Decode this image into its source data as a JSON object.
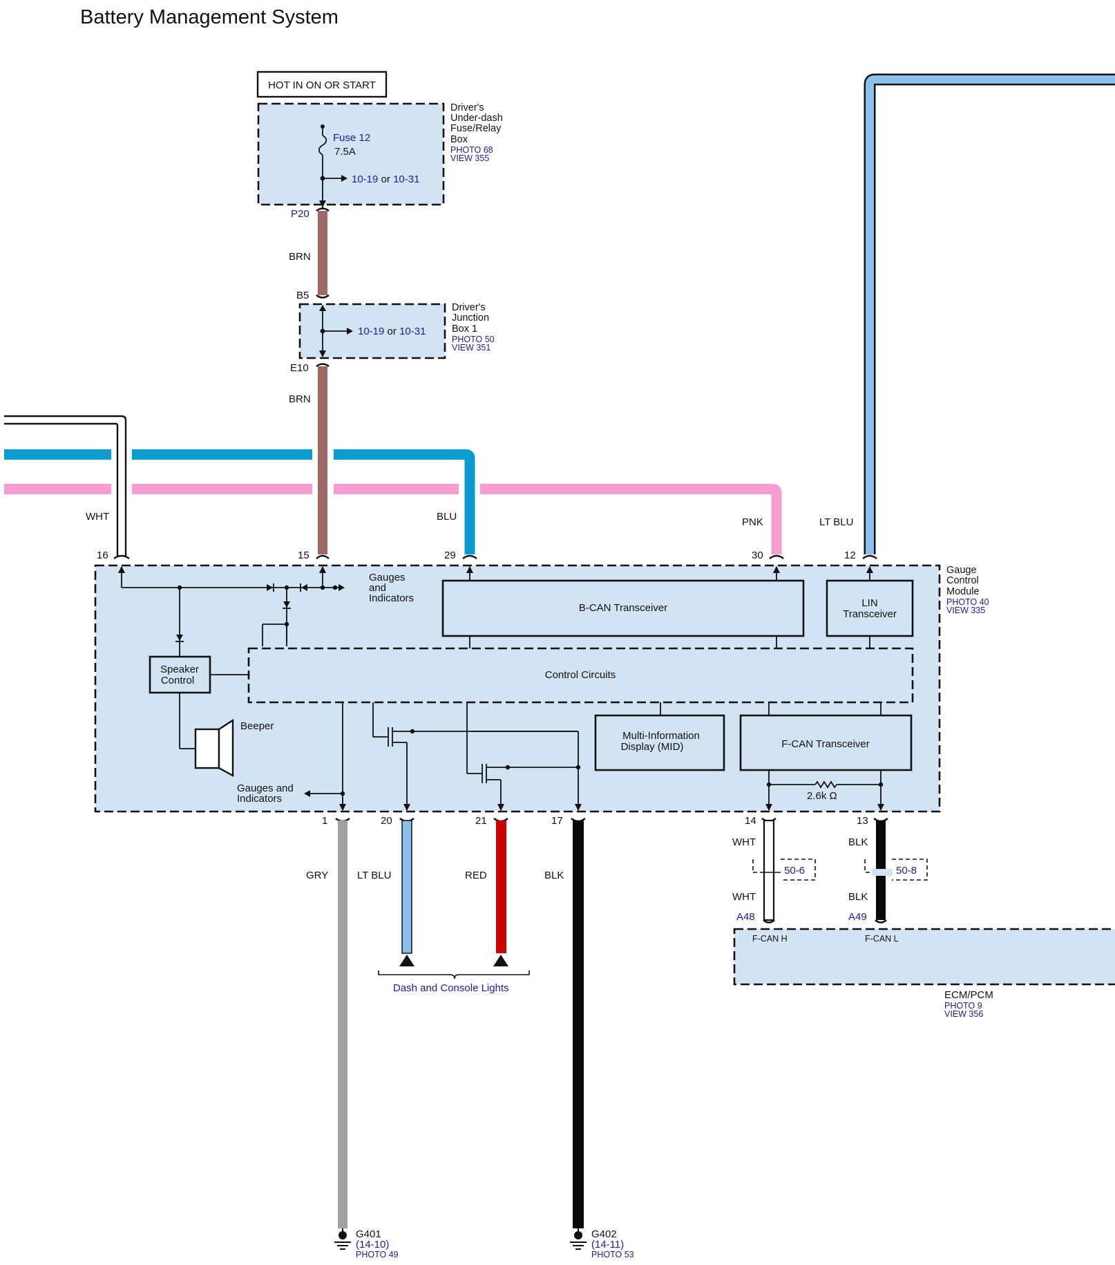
{
  "title": "Battery Management System",
  "power_label": "HOT IN ON OR START",
  "underdash_box": {
    "name_lines": [
      "Driver's",
      "Under-dash",
      "Fuse/Relay",
      "Box"
    ],
    "photo": "PHOTO 68",
    "view": "VIEW 355",
    "fuse_name": "Fuse 12",
    "fuse_rating": "7.5A",
    "ref_a": "10-19",
    "ref_or": "or",
    "ref_b": "10-31",
    "connector": "P20"
  },
  "junction_box": {
    "name_lines": [
      "Driver's",
      "Junction",
      "Box 1"
    ],
    "photo": "PHOTO 50",
    "view": "VIEW 351",
    "ref_a": "10-19",
    "ref_or": "or",
    "ref_b": "10-31",
    "connector_top": "B5",
    "connector_bottom": "E10"
  },
  "wire_colors": {
    "brn": "#9e6a66",
    "blu": "#0a9bd0",
    "pnk": "#f59cd0",
    "ltblu": "#8cc0ec",
    "gry": "#a0a0a0",
    "red": "#cc0000",
    "blk": "#0a0a0a",
    "wht": "#ffffff",
    "module_fill": "#d2e3f4",
    "link_text": "#1c1c9c"
  },
  "wires": {
    "brn_top": "BRN",
    "brn_bottom": "BRN",
    "wht": "WHT",
    "blu": "BLU",
    "pnk": "PNK",
    "lt_blu_top": "LT BLU",
    "gry": "GRY",
    "lt_blu_bottom": "LT BLU",
    "red": "RED",
    "blk": "BLK",
    "wht_14_top": "WHT",
    "wht_14_bottom": "WHT",
    "blk_13_top": "BLK",
    "blk_13_bottom": "BLK"
  },
  "pins_top": [
    "16",
    "15",
    "29",
    "30",
    "12"
  ],
  "pins_bottom": [
    "1",
    "20",
    "21",
    "17",
    "14",
    "13"
  ],
  "gauge_module": {
    "name_lines": [
      "Gauge",
      "Control",
      "Module"
    ],
    "photo": "PHOTO 40",
    "view": "VIEW 335",
    "gauges_top_lines": [
      "Gauges",
      "and",
      "Indicators"
    ],
    "gauges_bottom_lines": [
      "Gauges and",
      "Indicators"
    ],
    "bcan": "B-CAN Transceiver",
    "lin_lines": [
      "LIN",
      "Transceiver"
    ],
    "control": "Control Circuits",
    "speaker_lines": [
      "Speaker",
      "Control"
    ],
    "beeper": "Beeper",
    "mid_lines": [
      "Multi-Information",
      "Display (MID)"
    ],
    "fcan": "F-CAN Transceiver",
    "resistor": "2.6k Ω"
  },
  "splices": {
    "a": "50-6",
    "b": "50-8"
  },
  "ecm": {
    "name": "ECM/PCM",
    "photo": "PHOTO 9",
    "view": "VIEW 356",
    "pin_a": "A48",
    "pin_b": "A49",
    "pin_a_label": "F-CAN H",
    "pin_b_label": "F-CAN L"
  },
  "dash_lights": "Dash and Console Lights",
  "grounds": {
    "g401": {
      "name": "G401",
      "ref": "(14-10)",
      "photo": "PHOTO 49"
    },
    "g402": {
      "name": "G402",
      "ref": "(14-11)",
      "photo": "PHOTO 53"
    }
  }
}
